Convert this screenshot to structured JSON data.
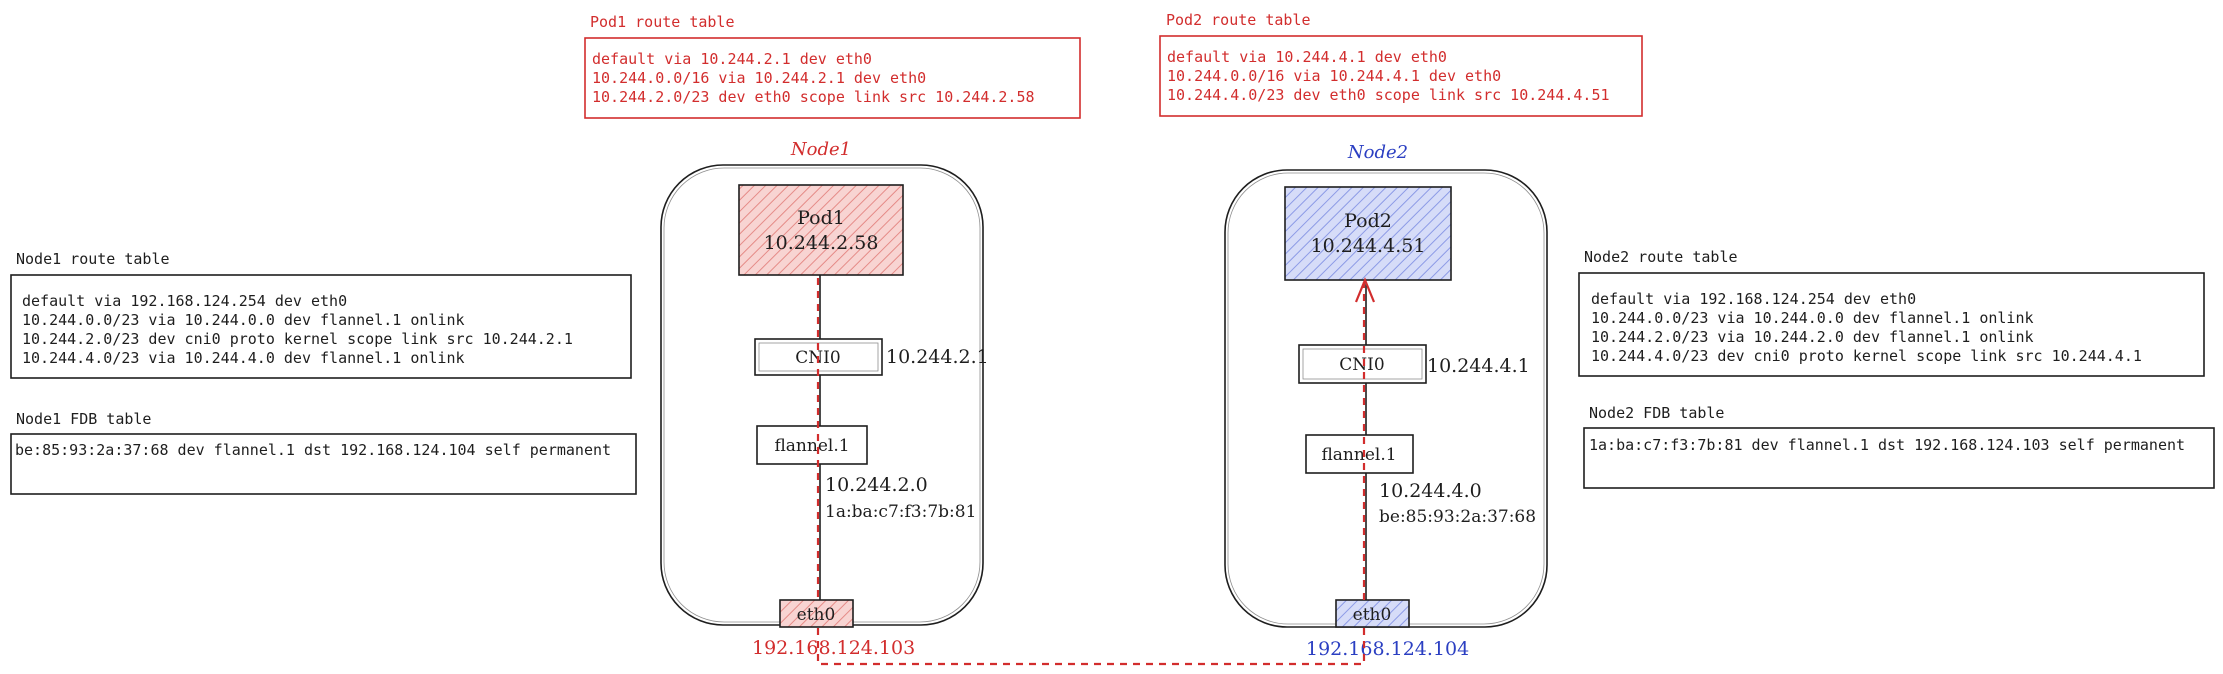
{
  "colors": {
    "red": "#d22d2d",
    "blue": "#2b3fc2",
    "black": "#1e1e1e",
    "pod1_fill": "#f6c6c4",
    "pod2_fill": "#c5cdf5",
    "eth_red_fill": "#f3b0ad",
    "eth_blue_fill": "#b9c5f3"
  },
  "pod1_route": {
    "title": "Pod1 route table",
    "lines": [
      "default via 10.244.2.1 dev eth0",
      "10.244.0.0/16 via 10.244.2.1 dev eth0",
      "10.244.2.0/23 dev eth0 scope link  src 10.244.2.58"
    ]
  },
  "pod2_route": {
    "title": "Pod2 route table",
    "lines": [
      "default via 10.244.4.1 dev eth0",
      "10.244.0.0/16 via 10.244.4.1 dev eth0",
      "10.244.4.0/23 dev eth0 scope link  src 10.244.4.51"
    ]
  },
  "node1_route": {
    "title": "Node1 route table",
    "lines": [
      "default via 192.168.124.254 dev eth0",
      "10.244.0.0/23 via 10.244.0.0 dev flannel.1 onlink",
      "10.244.2.0/23 dev cni0 proto kernel scope link src 10.244.2.1",
      "10.244.4.0/23 via 10.244.4.0 dev flannel.1 onlink"
    ]
  },
  "node1_fdb": {
    "title": "Node1 FDB table",
    "lines": [
      "be:85:93:2a:37:68 dev flannel.1 dst 192.168.124.104 self permanent"
    ]
  },
  "node2_route": {
    "title": "Node2 route table",
    "lines": [
      "default via 192.168.124.254 dev eth0",
      "10.244.0.0/23 via 10.244.0.0 dev flannel.1 onlink",
      "10.244.2.0/23 via 10.244.2.0 dev flannel.1 onlink",
      "10.244.4.0/23 dev cni0 proto kernel scope link src 10.244.4.1"
    ]
  },
  "node2_fdb": {
    "title": "Node2 FDB table",
    "lines": [
      "1a:ba:c7:f3:7b:81 dev flannel.1 dst 192.168.124.103 self permanent"
    ]
  },
  "node1": {
    "label": "Node1",
    "pod_name": "Pod1",
    "pod_ip": "10.244.2.58",
    "cni_label": "CNI0",
    "cni_ip": "10.244.2.1",
    "flannel_label": "flannel.1",
    "flannel_ip": "10.244.2.0",
    "flannel_mac": "1a:ba:c7:f3:7b:81",
    "eth_label": "eth0",
    "eth_ip": "192.168.124.103"
  },
  "node2": {
    "label": "Node2",
    "pod_name": "Pod2",
    "pod_ip": "10.244.4.51",
    "cni_label": "CNI0",
    "cni_ip": "10.244.4.1",
    "flannel_label": "flannel.1",
    "flannel_ip": "10.244.4.0",
    "flannel_mac": "be:85:93:2a:37:68",
    "eth_label": "eth0",
    "eth_ip": "192.168.124.104"
  }
}
